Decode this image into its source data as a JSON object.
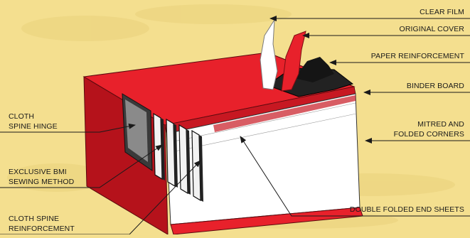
{
  "labels": {
    "clear_film": "CLEAR FILM",
    "original_cover": "ORIGINAL COVER",
    "paper_reinforcement": "PAPER REINFORCEMENT",
    "binder_board": "BINDER BOARD",
    "mitred_line1": "MITRED AND",
    "mitred_line2": "FOLDED CORNERS",
    "double_folded": "DOUBLE FOLDED END SHEETS",
    "cloth_hinge_line1": "CLOTH",
    "cloth_hinge_line2": "SPINE HINGE",
    "bmi_line1": "EXCLUSIVE BMI",
    "bmi_line2": "SEWING METHOD",
    "spine_reinf_line1": "CLOTH SPINE",
    "spine_reinf_line2": "REINFORCEMENT"
  },
  "colors": {
    "background": "#f4df8f",
    "book_red": "#e8212b",
    "book_red_dark": "#b5121b",
    "pages": "#ffffff",
    "leader": "#1a1a1a"
  }
}
